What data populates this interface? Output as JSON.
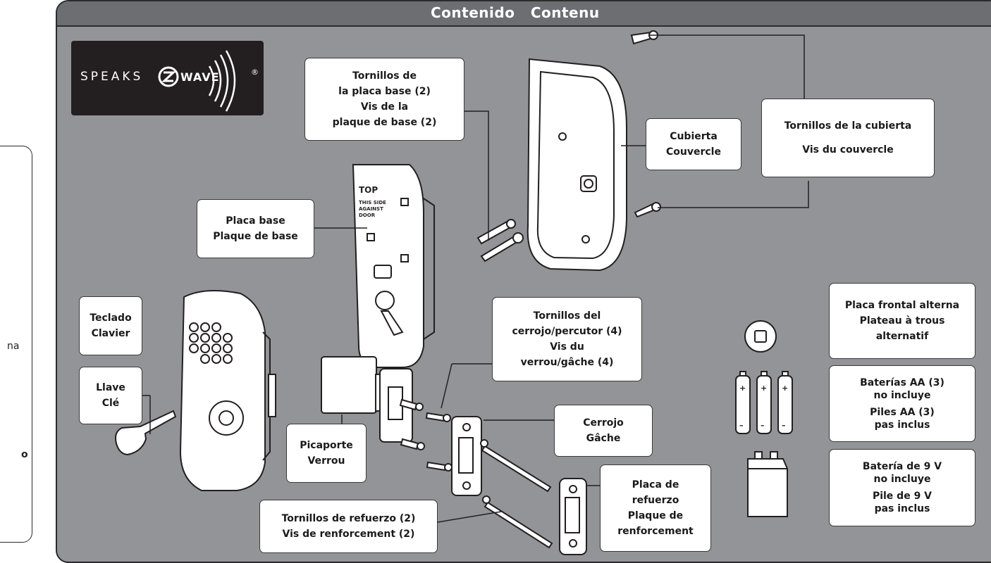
{
  "header": {
    "title": "Contenido   Contenu"
  },
  "logo": {
    "speaks": "SPEAKS",
    "wave": "WAVE",
    "registered": "®"
  },
  "side_fragments": [
    "na",
    "o"
  ],
  "labels": {
    "tornillos_placa_base": [
      "Tornillos de",
      "la placa base (2)",
      "Vis de la",
      "plaque de base (2)"
    ],
    "cubierta": [
      "Cubierta",
      "Couvercle"
    ],
    "tornillos_cubierta": [
      "Tornillos de la cubierta",
      "Vis du couvercle"
    ],
    "placa_base": [
      "Placa base",
      "Plaque de base"
    ],
    "teclado": [
      "Teclado",
      "Clavier"
    ],
    "llave": [
      "Llave",
      "Clé"
    ],
    "tornillos_cerrojo": [
      "Tornillos del",
      "cerrojo/percutor (4)",
      "Vis du",
      "verrou/gâche (4)"
    ],
    "cerrojo": [
      "Cerrojo",
      "Gâche"
    ],
    "picaporte": [
      "Picaporte",
      "Verrou"
    ],
    "placa_refuerzo": [
      "Placa de",
      "refuerzo",
      "Plaque de",
      "renforcement"
    ],
    "tornillos_refuerzo": [
      "Tornillos de refuerzo (2)",
      "Vis de renforcement (2)"
    ],
    "placa_frontal": [
      "Placa frontal alterna",
      "Plateau à trous",
      "alternatif"
    ],
    "baterias_aa": [
      "Baterías AA (3)",
      "no incluye",
      "Piles AA (3)",
      "pas inclus"
    ],
    "bateria_9v": [
      "Batería de 9 V",
      "no incluye",
      "Pile de 9 V",
      "pas inclus"
    ]
  },
  "baseplate_text": [
    "TOP",
    "THIS SIDE",
    "AGAINST",
    "DOOR"
  ],
  "battery_marks": {
    "plus": "+",
    "minus": "–"
  },
  "colors": {
    "panel": "#929497",
    "title_bar": "#6d6e71",
    "logo_bg": "#231f20"
  }
}
